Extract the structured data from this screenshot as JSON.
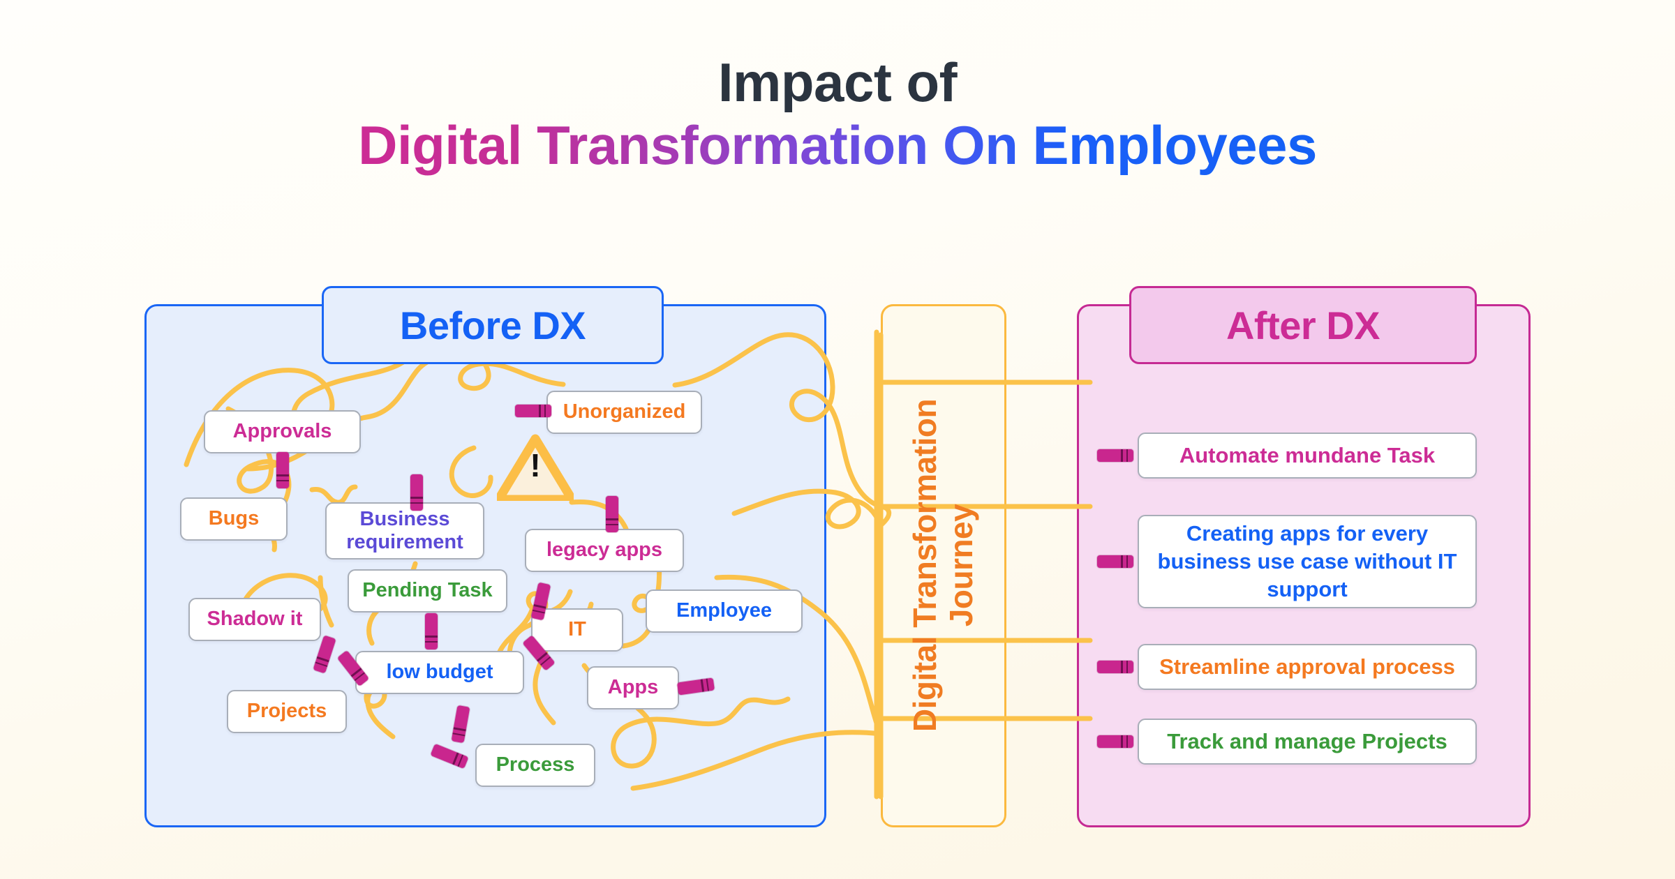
{
  "title": {
    "line1": "Impact of",
    "line2": "Digital Transformation On Employees"
  },
  "panels": {
    "before": {
      "header": "Before DX"
    },
    "journey": {
      "line1": "Digital Transformation",
      "line2": "Journey"
    },
    "after": {
      "header": "After DX"
    }
  },
  "before_items": [
    {
      "label": "Approvals",
      "color": "#cc2c95"
    },
    {
      "label": "Unorganized",
      "color": "#f47920"
    },
    {
      "label": "Bugs",
      "color": "#f47920"
    },
    {
      "label": "Business requirement",
      "color": "#5b4ad6"
    },
    {
      "label": "legacy apps",
      "color": "#cc2c95"
    },
    {
      "label": "Pending Task",
      "color": "#3a9b3a"
    },
    {
      "label": "Shadow it",
      "color": "#cc2c95"
    },
    {
      "label": "Employee",
      "color": "#1461f5"
    },
    {
      "label": "IT",
      "color": "#f47920"
    },
    {
      "label": "low budget",
      "color": "#1461f5"
    },
    {
      "label": "Projects",
      "color": "#f47920"
    },
    {
      "label": "Apps",
      "color": "#cc2c95"
    },
    {
      "label": "Process",
      "color": "#3a9b3a"
    }
  ],
  "after_items": [
    {
      "label": "Automate mundane Task",
      "color": "#cc2c95"
    },
    {
      "label": "Creating apps for every business use case without IT support",
      "color": "#1461f5"
    },
    {
      "label": "Streamline approval process",
      "color": "#f47920"
    },
    {
      "label": "Track and manage Projects",
      "color": "#3a9b3a"
    }
  ],
  "icons": {
    "warning": "!"
  },
  "colors": {
    "brand_magenta": "#cc2c95",
    "brand_blue": "#1461f5",
    "brand_orange": "#f47920",
    "brand_green": "#3a9b3a",
    "brand_purple": "#5b4ad6",
    "tangle_yellow": "#fbc24a",
    "knot_magenta": "#c9268e",
    "panel_before_bg": "#e6eefc",
    "panel_after_bg": "#f7dcf2",
    "panel_journey_bg": "#fefaed",
    "canvas_bg": "#fffdf7"
  }
}
